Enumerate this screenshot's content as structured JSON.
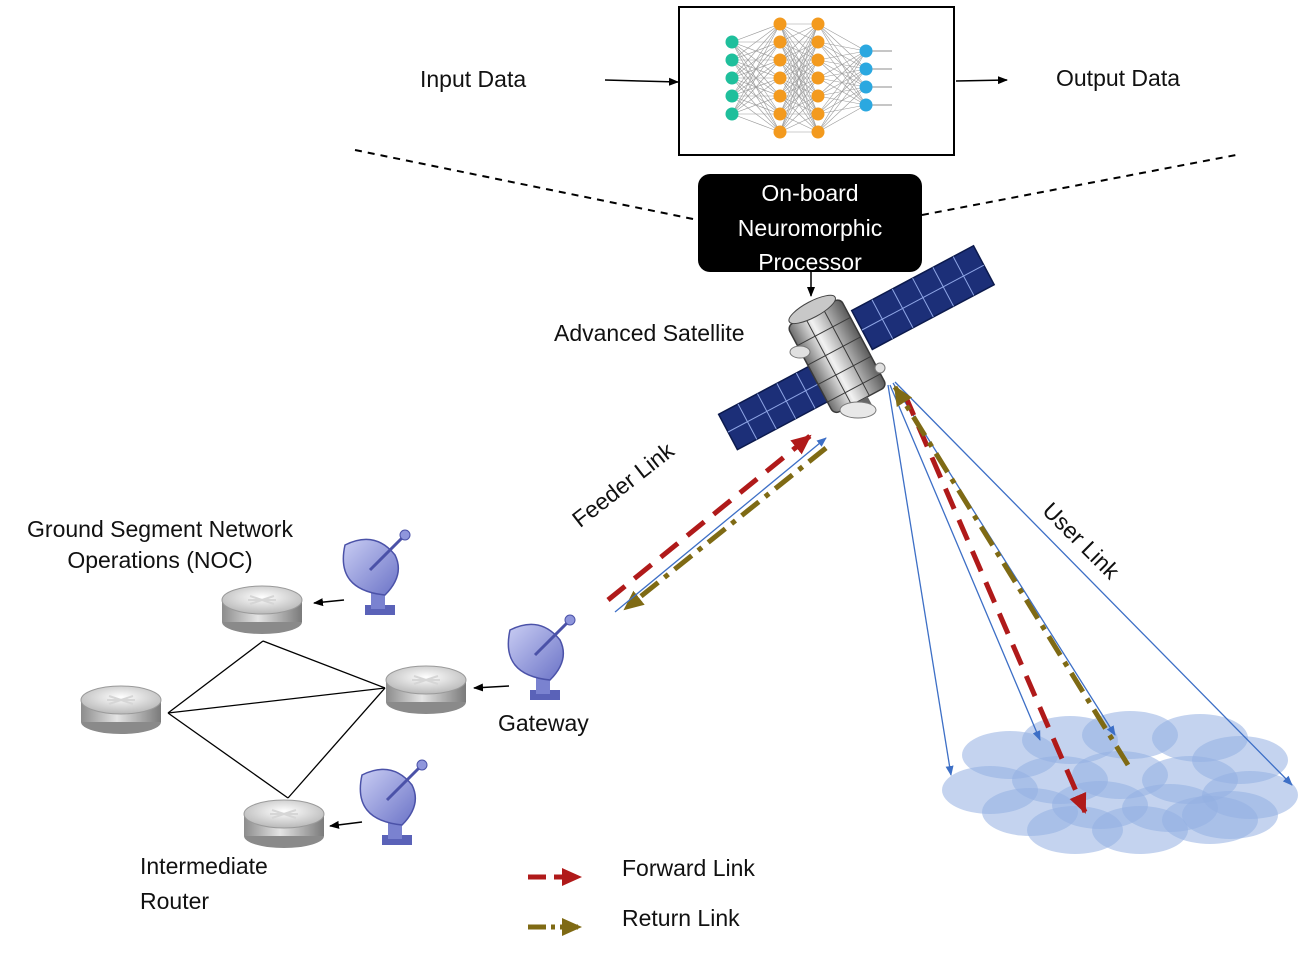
{
  "nn_box": {
    "input_label": "Input Data",
    "output_label": "Output Data",
    "layers": [
      5,
      7,
      7,
      4
    ]
  },
  "processor": {
    "line1": "On-board",
    "line2": "Neuromorphic",
    "line3": "Processor"
  },
  "satellite": {
    "label": "Advanced Satellite"
  },
  "links": {
    "feeder": "Feeder Link",
    "user": "User Link"
  },
  "ground": {
    "noc_line1": "Ground Segment Network",
    "noc_line2": "Operations (NOC)",
    "gateway": "Gateway",
    "router_line1": "Intermediate",
    "router_line2": "Router"
  },
  "legend": {
    "forward": "Forward Link",
    "return": "Return Link"
  },
  "colors": {
    "forward": "#b01a1a",
    "return": "#7f6a14",
    "thin_link": "#3d6fc6",
    "panel": "#1c2f78",
    "coverage": "#6f95d8",
    "node_input": "#1fbf9c",
    "node_hidden": "#f39a1e",
    "node_output": "#2ba8e0"
  }
}
